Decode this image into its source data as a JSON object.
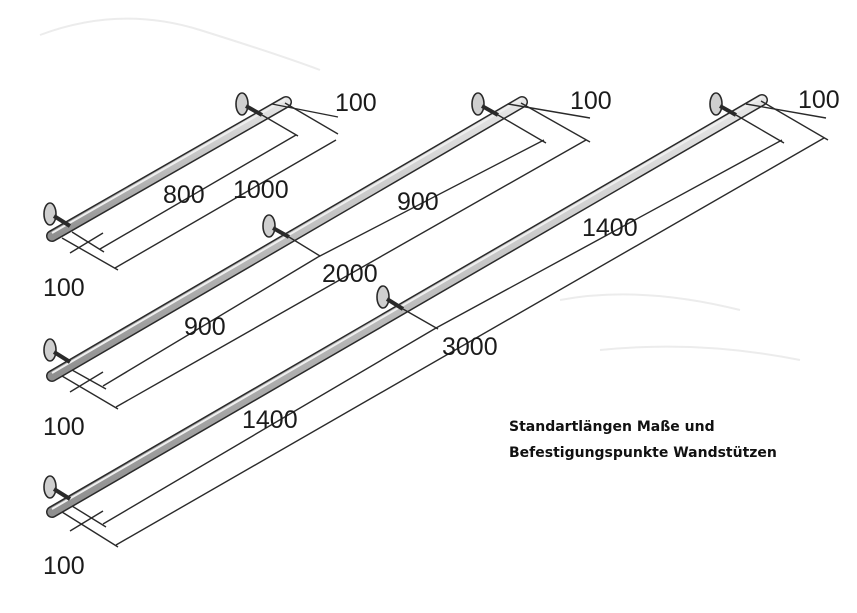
{
  "caption": {
    "line1": "Standartlängen Maße und",
    "line2": "Befestigungspunkte Wandstützen"
  },
  "rails": [
    {
      "id": "1000",
      "total_length": "1000",
      "support_spacing": "800",
      "end_offset_right": "100",
      "end_offset_left": "100"
    },
    {
      "id": "2000",
      "total_length": "2000",
      "support_spacing_left": "900",
      "support_spacing_right": "900",
      "end_offset_right": "100",
      "end_offset_left": "100"
    },
    {
      "id": "3000",
      "total_length": "3000",
      "support_spacing_left": "1400",
      "support_spacing_right": "1400",
      "end_offset_right": "100",
      "end_offset_left": "100"
    }
  ],
  "colors": {
    "rail_fill": "#c2c2c2",
    "line": "#2a2a2a",
    "text": "#1b1b1b"
  }
}
